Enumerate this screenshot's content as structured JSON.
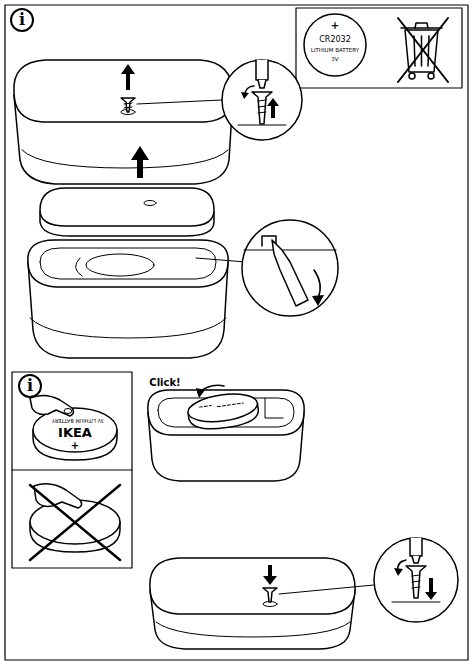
{
  "diagram": {
    "labels": [
      "i",
      "+",
      "CR2032",
      "LITHIUM BATTERY",
      "3V",
      "i",
      "Click!",
      "IKEA",
      "+",
      "3V LITHIUM BATTERY"
    ]
  }
}
